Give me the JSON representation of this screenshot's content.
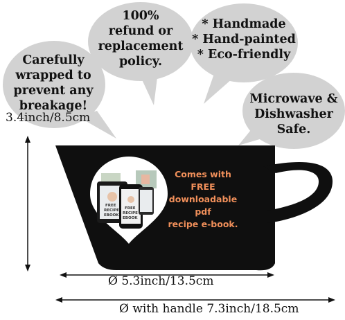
{
  "bubbles": {
    "wrapped": [
      "Carefully",
      "wrapped to",
      "prevent any",
      "breakage!"
    ],
    "refund": [
      "100%",
      "refund or",
      "replacement",
      "policy."
    ],
    "features": [
      "* Handmade",
      "* Hand-painted",
      "* Eco-friendly"
    ],
    "microwave": [
      "Microwave &",
      "Dishwasher",
      "Safe."
    ]
  },
  "promo": [
    "Comes with",
    "FREE",
    "downloadable",
    "pdf",
    "recipe e-book."
  ],
  "ebook_cover_text": [
    "FREE",
    "RECIPE",
    "EBOOK"
  ],
  "dimensions": {
    "height": "3.4inch/8.5cm",
    "diameter": "Ø 5.3inch/13.5cm",
    "with_handle": "Ø with handle 7.3inch/18.5cm"
  },
  "colors": {
    "cup": "#0f0f0f",
    "bubble": "#d2d2d2",
    "promo_text": "#f08f5a"
  }
}
